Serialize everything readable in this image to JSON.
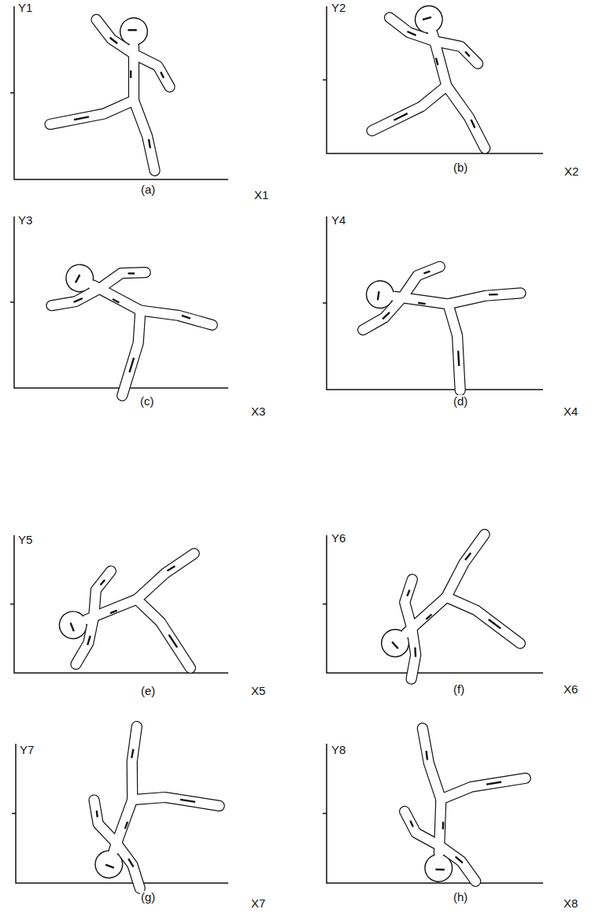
{
  "diagram": {
    "labels": [
      "Y1",
      "X1",
      "(a)",
      "Y2",
      "X2",
      "(b)",
      "Y3",
      "X3",
      "(c)",
      "Y4",
      "X4",
      "(d)",
      "Y5",
      "X5",
      "(e)",
      "Y6",
      "X6",
      "(f)",
      "Y7",
      "X7",
      "(g)",
      "Y8",
      "X8",
      "(h)"
    ]
  }
}
